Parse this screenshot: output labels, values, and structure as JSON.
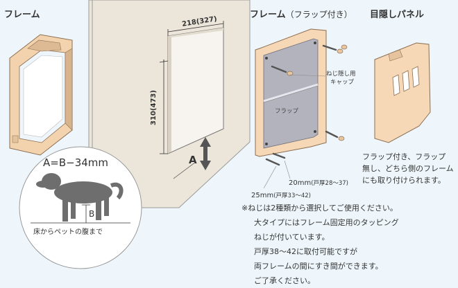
{
  "headers": {
    "frame": "フレーム",
    "frame_flap_main": "フレーム",
    "frame_flap_paren": "（フラップ付き）",
    "panel": "目隠しパネル"
  },
  "dimensions": {
    "width": "218(327)",
    "height": "310(473)",
    "a_marker": "A"
  },
  "callouts": {
    "screw_cap_line1": "ねじ隠し用",
    "screw_cap_line2": "キャップ",
    "flap": "フラップ",
    "screw_20": "20mm",
    "screw_20_note": "(戸厚28〜37)",
    "screw_25": "25mm",
    "screw_25_note": "(戸厚33〜42)"
  },
  "formula": "A=B−34mm",
  "dog": {
    "b_marker": "B",
    "caption": "床からペットの腹まで"
  },
  "panel_note": [
    "フラップ付き、フラップ",
    "無し、どちら側のフレーム",
    "にも取り付けられます。"
  ],
  "screw_notes": [
    "※ねじは2種類から選択してご使用ください。",
    "大タイプにはフレーム固定用のタッピング",
    "ねじが付いています。",
    "戸厚38〜42に取付可能ですが",
    "両フレームの間にすき間ができます。",
    "ご了承ください。"
  ],
  "colors": {
    "background": "#eef6fb",
    "wall": "#ece6da",
    "frame": "#f6d7b6",
    "flap": "#b3b3bd"
  }
}
